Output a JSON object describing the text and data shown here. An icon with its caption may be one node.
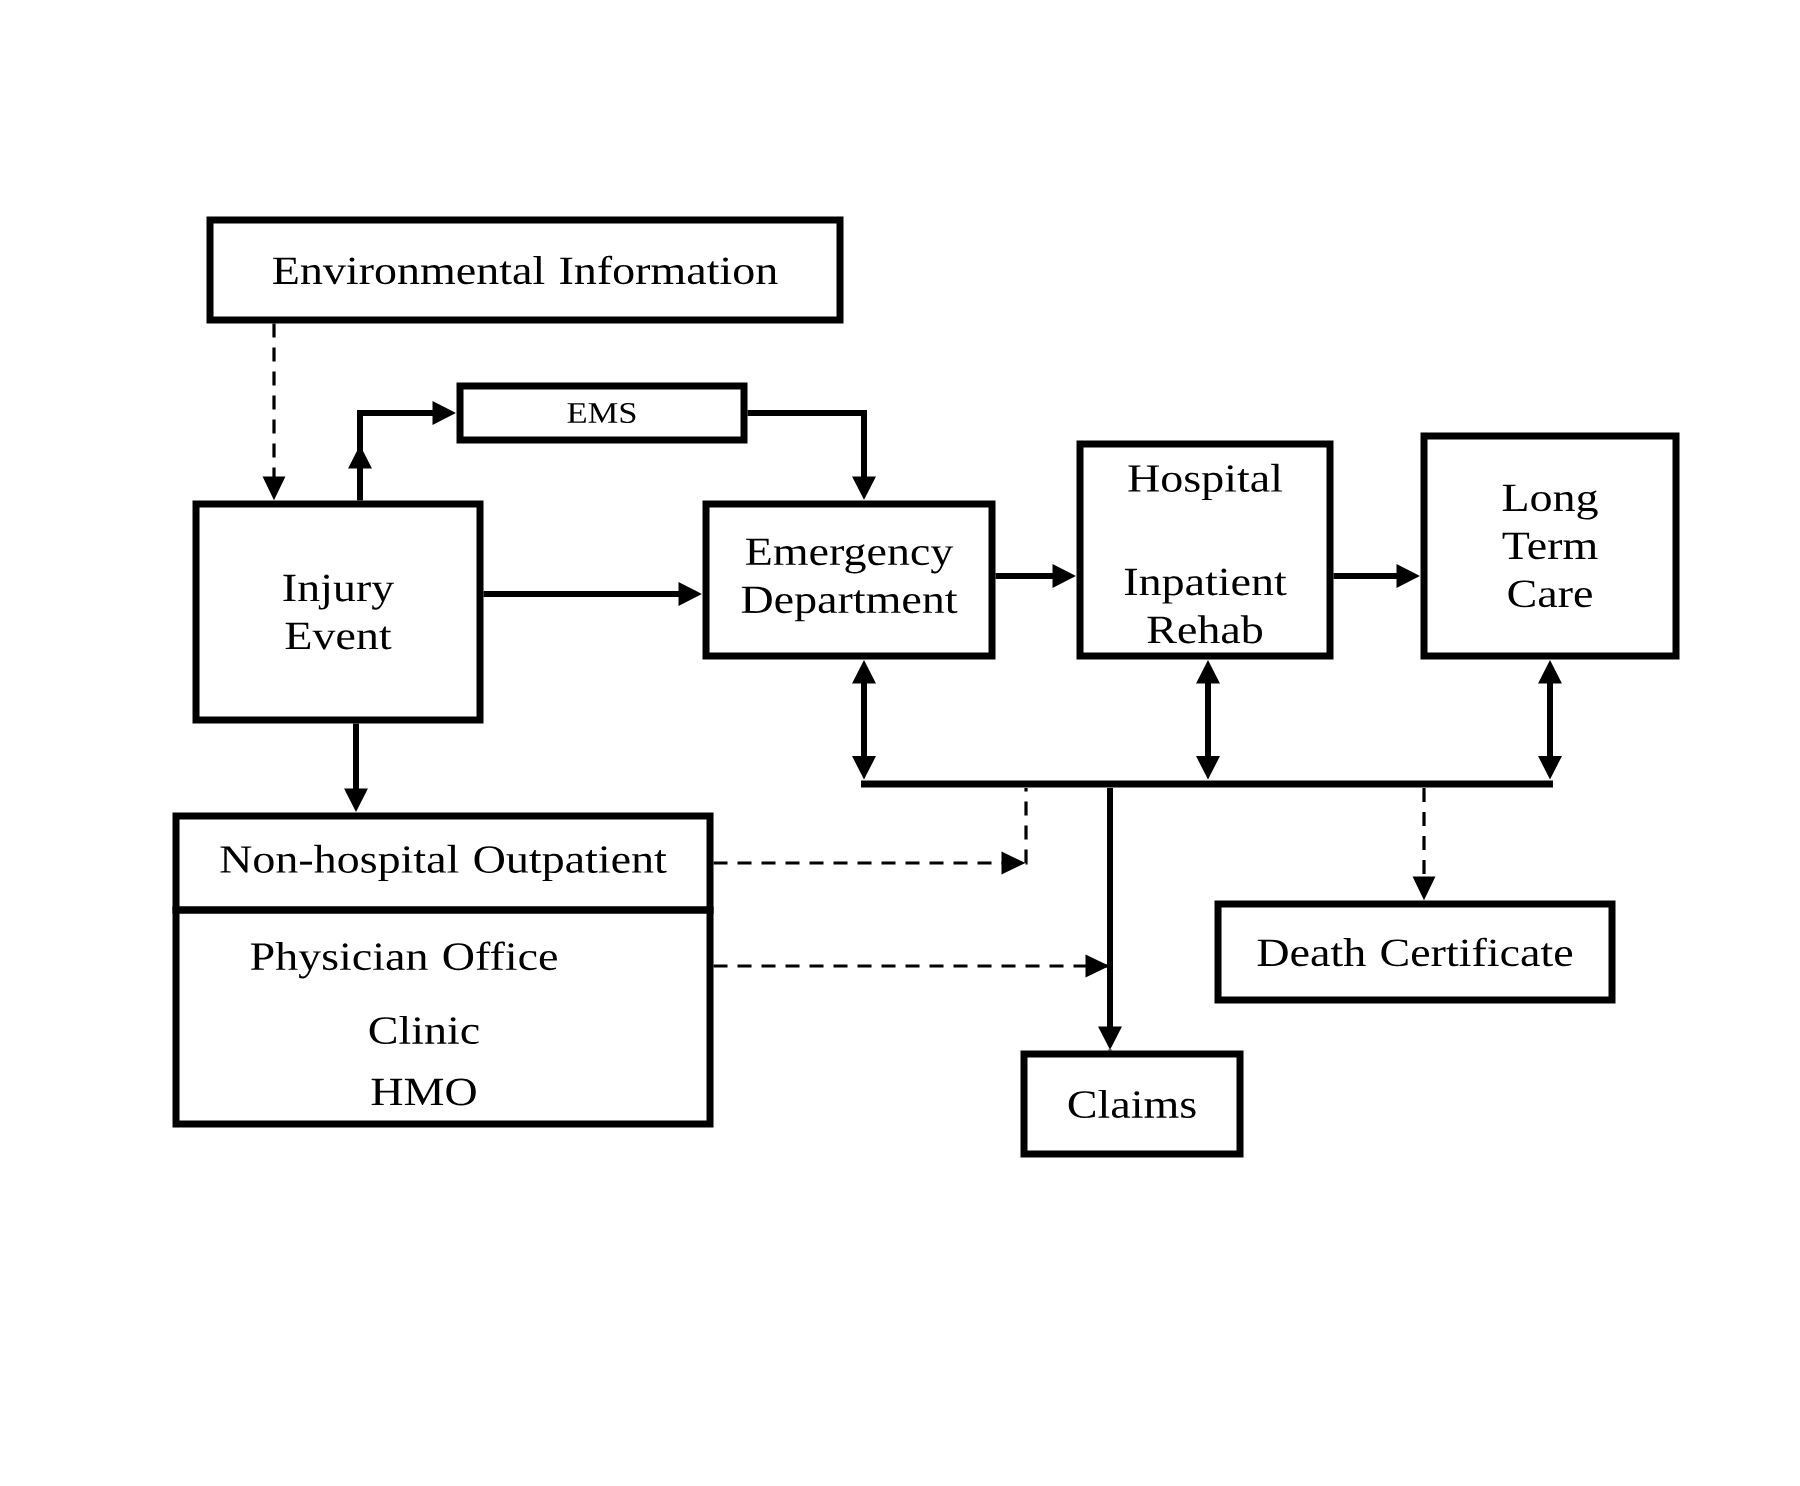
{
  "diagram": {
    "nodes": [
      {
        "text": [
          "Environmental Information"
        ]
      },
      {
        "text": [
          "EMS"
        ]
      },
      {
        "text": [
          "Injury Event"
        ]
      },
      {
        "text": [
          "Emergency Department"
        ]
      },
      {
        "text": [
          "Hospital",
          "Inpatient Rehab"
        ]
      },
      {
        "text": [
          "Long Term Care"
        ]
      },
      {
        "text": [],
        "shape": "bar"
      },
      {
        "text": [
          "Non-hospital Outpatient"
        ]
      },
      {
        "text": [
          "Physician Office",
          "Clinic",
          "HMO"
        ]
      },
      {
        "text": [
          "Death Certificate"
        ]
      },
      {
        "text": [
          "Claims"
        ]
      }
    ],
    "edges": [
      {
        "from": 0,
        "to": 2,
        "arrow": "to",
        "style": "dashed"
      },
      {
        "from": 2,
        "to": 1,
        "arrow": "to"
      },
      {
        "from": 1,
        "to": 3,
        "arrow": "to"
      },
      {
        "from": 2,
        "to": 3,
        "arrow": "to"
      },
      {
        "from": 3,
        "to": 4,
        "arrow": "to"
      },
      {
        "from": 4,
        "to": 5,
        "arrow": "to"
      },
      {
        "from": 2,
        "to": 7,
        "arrow": "to"
      },
      {
        "from": 3,
        "to": 6,
        "arrow": "both"
      },
      {
        "from": 4,
        "to": 6,
        "arrow": "both"
      },
      {
        "from": 5,
        "to": 6,
        "arrow": "both"
      },
      {
        "from": 7,
        "to": 6,
        "arrow": "to",
        "style": "dashed"
      },
      {
        "from": 6,
        "to": 10,
        "arrow": "to"
      },
      {
        "from": 6,
        "to": 9,
        "arrow": "to",
        "style": "dashed"
      },
      {
        "from": 8,
        "to": 10,
        "arrow": "to",
        "style": "dashed"
      }
    ]
  }
}
